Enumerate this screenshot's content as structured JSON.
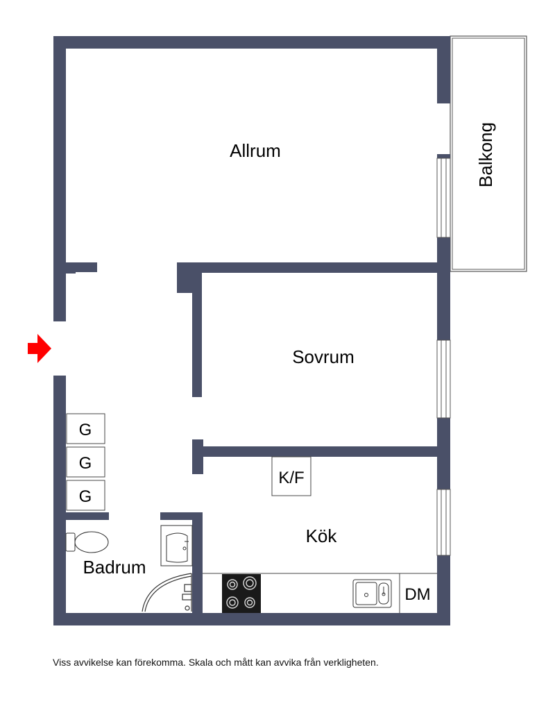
{
  "rooms": {
    "allrum": "Allrum",
    "balkong": "Balkong",
    "sovrum": "Sovrum",
    "kok": "Kök",
    "badrum": "Badrum"
  },
  "fixtures": {
    "wardrobe_1": "G",
    "wardrobe_2": "G",
    "wardrobe_3": "G",
    "fridge_freezer": "K/F",
    "dishwasher": "DM"
  },
  "colors": {
    "wall": "#4a5068",
    "entrance_arrow": "#ff0000"
  },
  "icons": {
    "entrance": "entrance-arrow-icon",
    "toilet": "toilet-icon",
    "washbasin": "washbasin-icon",
    "shower": "shower-icon",
    "stove": "stove-icon",
    "sink": "sink-icon"
  },
  "disclaimer": "Viss avvikelse kan förekomma. Skala och mått kan avvika från verkligheten."
}
